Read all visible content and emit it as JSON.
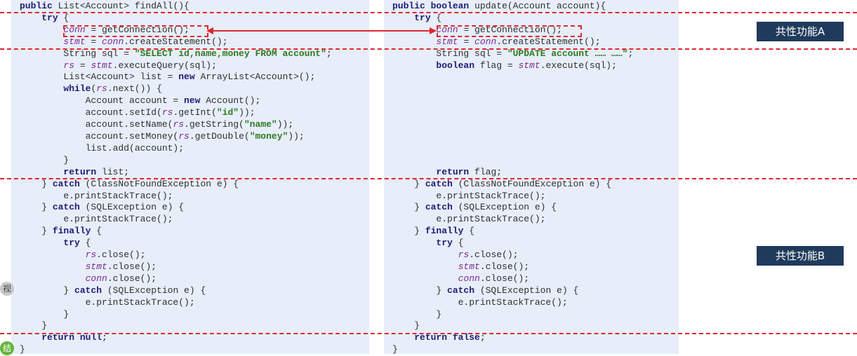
{
  "left_code": {
    "line01": "public List<Account> findAll(){",
    "line02": "    try {",
    "line03": "        conn = getConnection();",
    "line04": "        stmt = conn.createStatement();",
    "line05": "        String sql = \"SELECT id,name,money FROM account\";",
    "line06": "        rs = stmt.executeQuery(sql);",
    "line07": "        List<Account> list = new ArrayList<Account>();",
    "line08": "        while(rs.next()) {",
    "line09": "            Account account = new Account();",
    "line10": "            account.setId(rs.getInt(\"id\"));",
    "line11": "            account.setName(rs.getString(\"name\"));",
    "line12": "            account.setMoney(rs.getDouble(\"money\"));",
    "line13": "            list.add(account);",
    "line14": "        }",
    "line15": "        return list;",
    "line16": "    } catch (ClassNotFoundException e) {",
    "line17": "        e.printStackTrace();",
    "line18": "    } catch (SQLException e) {",
    "line19": "        e.printStackTrace();",
    "line20": "    } finally {",
    "line21": "        try {",
    "line22": "            rs.close();",
    "line23": "            stmt.close();",
    "line24": "            conn.close();",
    "line25": "        } catch (SQLException e) {",
    "line26": "            e.printStackTrace();",
    "line27": "        }",
    "line28": "    }",
    "line29": "    return null;",
    "line30": "}"
  },
  "right_code": {
    "line01": "public boolean update(Account account){",
    "line02": "    try {",
    "line03": "        conn = getConnection();",
    "line04": "        stmt = conn.createStatement();",
    "line05": "        String sql = \"UPDATE account …… ……\";",
    "line06": "        boolean flag = stmt.execute(sql);",
    "line07": "",
    "line08": "",
    "line09": "",
    "line10": "",
    "line11": "",
    "line12": "",
    "line13": "",
    "line14": "",
    "line15": "        return flag;",
    "line16": "    } catch (ClassNotFoundException e) {",
    "line17": "        e.printStackTrace();",
    "line18": "    } catch (SQLException e) {",
    "line19": "        e.printStackTrace();",
    "line20": "    } finally {",
    "line21": "        try {",
    "line22": "            rs.close();",
    "line23": "            stmt.close();",
    "line24": "            conn.close();",
    "line25": "        } catch (SQLException e) {",
    "line26": "            e.printStackTrace();",
    "line27": "        }",
    "line28": "    }",
    "line29": "    return false;",
    "line30": "}"
  },
  "labels": {
    "feature_a": "共性功能A",
    "feature_b": "共性功能B"
  },
  "side_icons": {
    "view": "视",
    "end": "结"
  },
  "colors": {
    "highlight": "#e0262e",
    "panel": "#e7eef9",
    "label_bg": "#1f3b5c"
  }
}
